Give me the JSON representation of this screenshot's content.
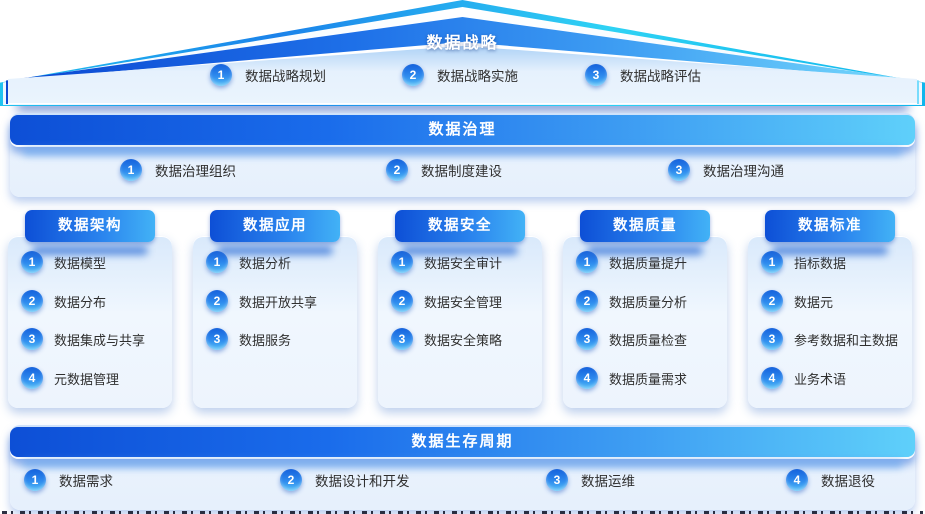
{
  "palette": {
    "deep_blue": "#0d4fd6",
    "mid_blue": "#1e70e8",
    "sky_blue": "#42b2f6",
    "cyan_edge": "#2ed2f4",
    "body_light": "#e9f2fd",
    "text_dark": "#2f2f2f"
  },
  "roof": {
    "title": "数据战略",
    "items": [
      {
        "num": "1",
        "label": "数据战略规划"
      },
      {
        "num": "2",
        "label": "数据战略实施"
      },
      {
        "num": "3",
        "label": "数据战略评估"
      }
    ]
  },
  "governance": {
    "title": "数据治理",
    "items": [
      {
        "num": "1",
        "label": "数据治理组织"
      },
      {
        "num": "2",
        "label": "数据制度建设"
      },
      {
        "num": "3",
        "label": "数据治理沟通"
      }
    ]
  },
  "columns": [
    {
      "title": "数据架构",
      "items": [
        {
          "num": "1",
          "label": "数据模型"
        },
        {
          "num": "2",
          "label": "数据分布"
        },
        {
          "num": "3",
          "label": "数据集成与共享"
        },
        {
          "num": "4",
          "label": "元数据管理"
        }
      ]
    },
    {
      "title": "数据应用",
      "items": [
        {
          "num": "1",
          "label": "数据分析"
        },
        {
          "num": "2",
          "label": "数据开放共享"
        },
        {
          "num": "3",
          "label": "数据服务"
        }
      ]
    },
    {
      "title": "数据安全",
      "items": [
        {
          "num": "1",
          "label": "数据安全审计"
        },
        {
          "num": "2",
          "label": "数据安全管理"
        },
        {
          "num": "3",
          "label": "数据安全策略"
        }
      ]
    },
    {
      "title": "数据质量",
      "items": [
        {
          "num": "1",
          "label": "数据质量提升"
        },
        {
          "num": "2",
          "label": "数据质量分析"
        },
        {
          "num": "3",
          "label": "数据质量检查"
        },
        {
          "num": "4",
          "label": "数据质量需求"
        }
      ]
    },
    {
      "title": "数据标准",
      "items": [
        {
          "num": "1",
          "label": "指标数据"
        },
        {
          "num": "2",
          "label": "数据元"
        },
        {
          "num": "3",
          "label": "参考数据和主数据"
        },
        {
          "num": "4",
          "label": "业务术语"
        }
      ]
    }
  ],
  "lifecycle": {
    "title": "数据生存周期",
    "items": [
      {
        "num": "1",
        "label": "数据需求"
      },
      {
        "num": "2",
        "label": "数据设计和开发"
      },
      {
        "num": "3",
        "label": "数据运维"
      },
      {
        "num": "4",
        "label": "数据退役"
      }
    ]
  }
}
